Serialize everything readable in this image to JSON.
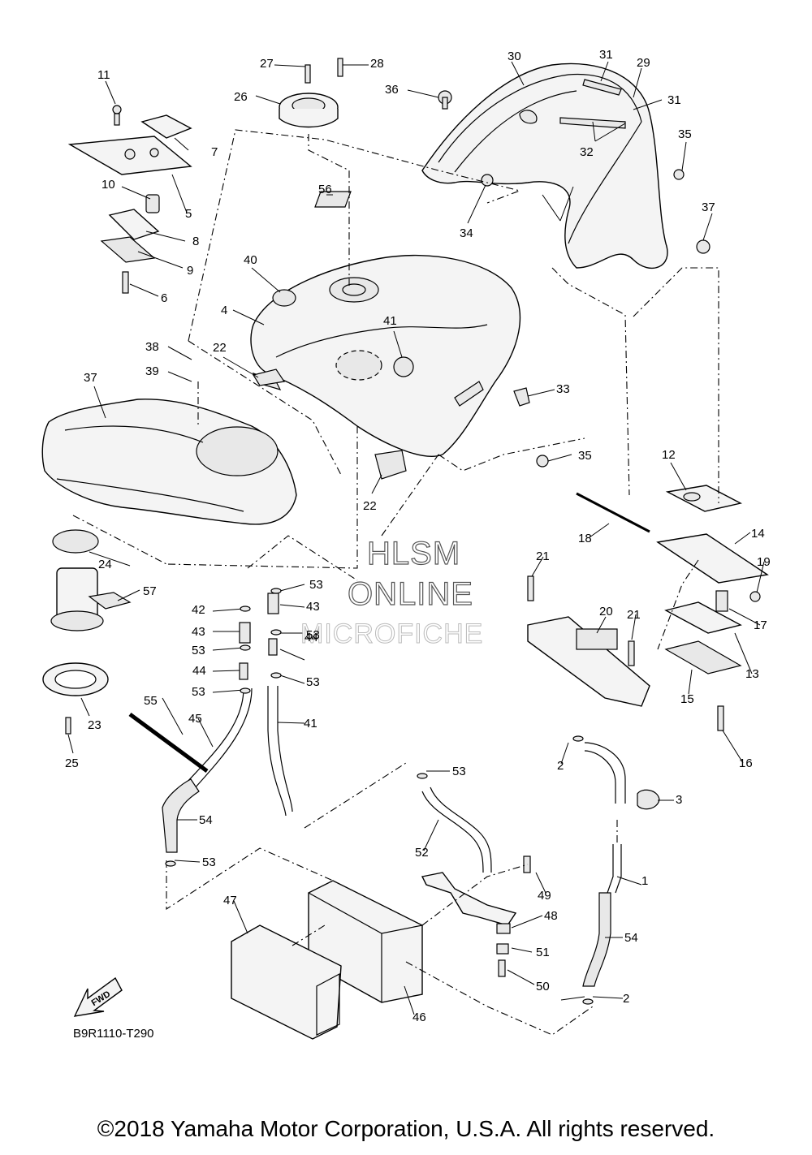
{
  "diagram": {
    "code": "B9R1110-T290",
    "fwd_label": "FWD",
    "watermark": [
      "HLSM",
      "ONLINE",
      "MICROFICHE"
    ],
    "copyright": "©2018 Yamaha Motor Corporation, U.S.A. All rights reserved.",
    "callouts": [
      "1",
      "2",
      "2",
      "3",
      "4",
      "5",
      "6",
      "7",
      "8",
      "9",
      "10",
      "11",
      "12",
      "13",
      "14",
      "15",
      "16",
      "17",
      "18",
      "19",
      "20",
      "21",
      "21",
      "22",
      "22",
      "23",
      "24",
      "25",
      "26",
      "27",
      "28",
      "29",
      "30",
      "31",
      "31",
      "32",
      "33",
      "34",
      "35",
      "35",
      "36",
      "37",
      "37",
      "38",
      "39",
      "40",
      "41",
      "41",
      "42",
      "43",
      "43",
      "44",
      "44",
      "45",
      "46",
      "47",
      "48",
      "49",
      "50",
      "51",
      "52",
      "53",
      "53",
      "53",
      "53",
      "53",
      "53",
      "53",
      "54",
      "54",
      "55",
      "56",
      "57"
    ]
  }
}
